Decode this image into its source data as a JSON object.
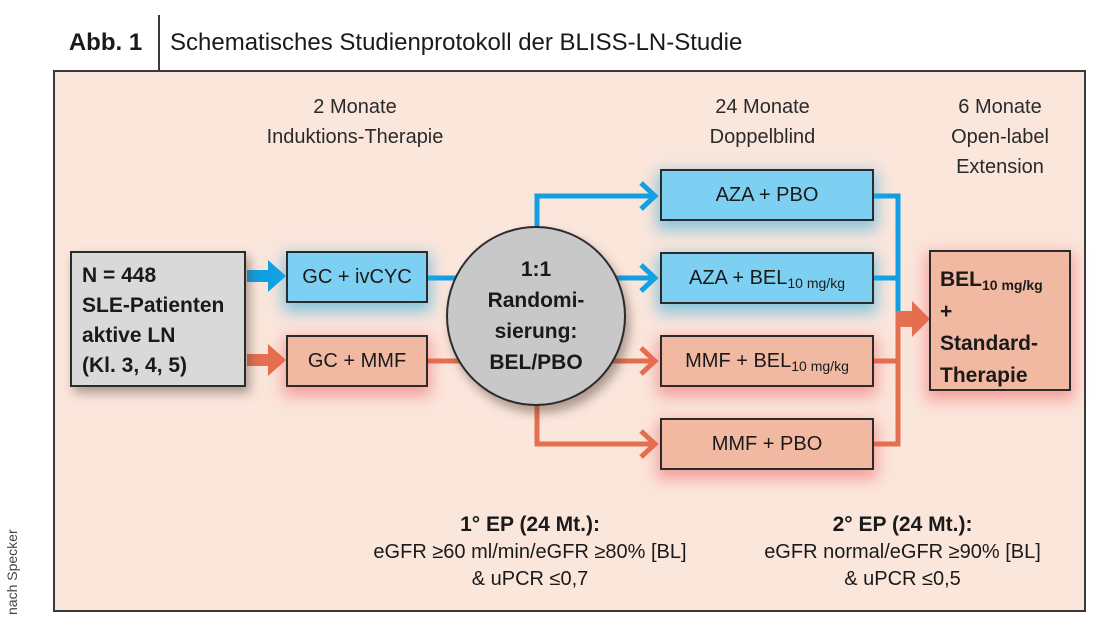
{
  "figure": {
    "number_label": "Abb. 1",
    "title": "Schematisches Studienprotokoll der BLISS-LN-Studie",
    "credit": "nach Specker"
  },
  "phases": [
    {
      "line1": "2 Monate",
      "line2": "Induktions-Therapie"
    },
    {
      "line1": "24 Monate",
      "line2": "Doppelblind"
    },
    {
      "line1": "6 Monate",
      "line2": "Open-label",
      "line3": "Extension"
    }
  ],
  "population": {
    "lines": [
      "N = 448",
      "SLE-Patienten",
      "aktive LN",
      "(Kl. 3, 4, 5)"
    ]
  },
  "induction": {
    "blue": "GC + ivCYC",
    "orange": "GC + MMF"
  },
  "randomization": {
    "lines": [
      "1:1",
      "Randomi-",
      "sierung:",
      "BEL/PBO"
    ]
  },
  "arms": [
    {
      "main": "AZA + PBO",
      "sub": "",
      "color": "blue"
    },
    {
      "main": "AZA + BEL",
      "sub": "10 mg/kg",
      "color": "blue"
    },
    {
      "main": "MMF + BEL",
      "sub": "10 mg/kg",
      "color": "orange"
    },
    {
      "main": "MMF + PBO",
      "sub": "",
      "color": "orange"
    }
  ],
  "extension": {
    "main": "BEL",
    "sub": "10 mg/kg",
    "line2": "+",
    "line3": "Standard-",
    "line4": "Therapie"
  },
  "endpoints": {
    "primary": {
      "title": "1° EP (24 Mt.):",
      "line1": "eGFR ≥60 ml/min/eGFR ≥80% [BL]",
      "line2": "& uPCR ≤0,7"
    },
    "secondary": {
      "title": "2° EP (24 Mt.):",
      "line1": "eGFR normal/eGFR ≥90% [BL]",
      "line2": "& uPCR ≤0,5"
    }
  },
  "colors": {
    "blue_line": "#12a0e3",
    "orange_line": "#e5704f",
    "blue_fill": "#7ed0f3",
    "orange_fill": "#f2b9a2",
    "background": "#fbe6dc",
    "circle_fill": "#c8c8c8"
  }
}
